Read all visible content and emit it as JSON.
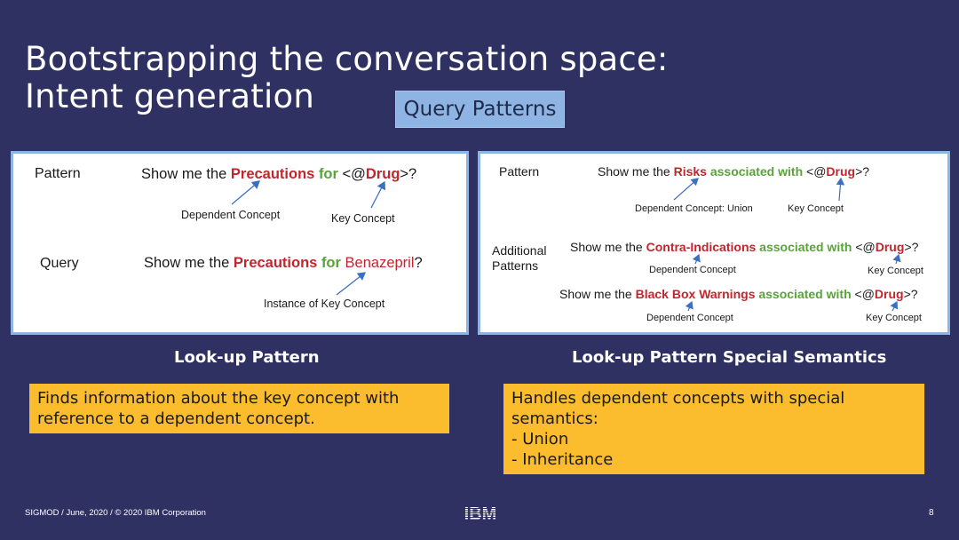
{
  "slide": {
    "title_line1": "Bootstrapping the conversation space:",
    "title_line2": "Intent generation",
    "badge": "Query Patterns",
    "footer": "SIGMOD / June, 2020 / © 2020 IBM Corporation",
    "page_number": "8",
    "logo_text": "IBM"
  },
  "left_panel": {
    "pattern_label": "Pattern",
    "pattern": {
      "prefix": "Show me the ",
      "concept": "Precautions",
      "space": " ",
      "relation": "for",
      "open": " <@",
      "key": "Drug",
      "close": ">?"
    },
    "annotation_dependent": "Dependent Concept",
    "annotation_key": "Key Concept",
    "query_label": "Query",
    "query": {
      "prefix": "Show me the ",
      "concept": "Precautions",
      "space": " ",
      "relation": "for",
      "space2": " ",
      "instance": "Benazepril",
      "close": "?"
    },
    "annotation_instance": "Instance of Key Concept"
  },
  "right_panel": {
    "pattern_label": "Pattern",
    "pattern": {
      "prefix": "Show me the ",
      "concept": "Risks",
      "space": " ",
      "relation": "associated with",
      "open": " <@",
      "key": "Drug",
      "close": ">?"
    },
    "annotation_dependent": "Dependent Concept: Union",
    "annotation_key": "Key Concept",
    "additional_label_line1": "Additional",
    "additional_label_line2": "Patterns",
    "additional": [
      {
        "prefix": "Show me the ",
        "concept": "Contra-Indications",
        "space": " ",
        "relation": "associated with",
        "open": " <@",
        "key": "Drug",
        "close": ">?",
        "annotation_dependent": "Dependent Concept",
        "annotation_key": "Key Concept"
      },
      {
        "prefix": "Show me the ",
        "concept": "Black Box Warnings",
        "space": " ",
        "relation": "associated with",
        "open": " <@",
        "key": "Drug",
        "close": ">?",
        "annotation_dependent": "Dependent Concept",
        "annotation_key": "Key Concept"
      }
    ]
  },
  "captions": {
    "left": "Look-up Pattern",
    "right": "Look-up Pattern Special Semantics"
  },
  "notes": {
    "left_line1": "Finds information about the key concept with",
    "left_line2": "reference to a dependent concept.",
    "right_line1": "Handles dependent concepts with special",
    "right_line2": "semantics:",
    "right_line3": "- Union",
    "right_line4": "- Inheritance"
  },
  "colors": {
    "background": "#2f3162",
    "accent_blue": "#8db4e2",
    "concept_red": "#c0262d",
    "relation_green": "#5aa33a",
    "note_yellow": "#fbbc2d"
  }
}
